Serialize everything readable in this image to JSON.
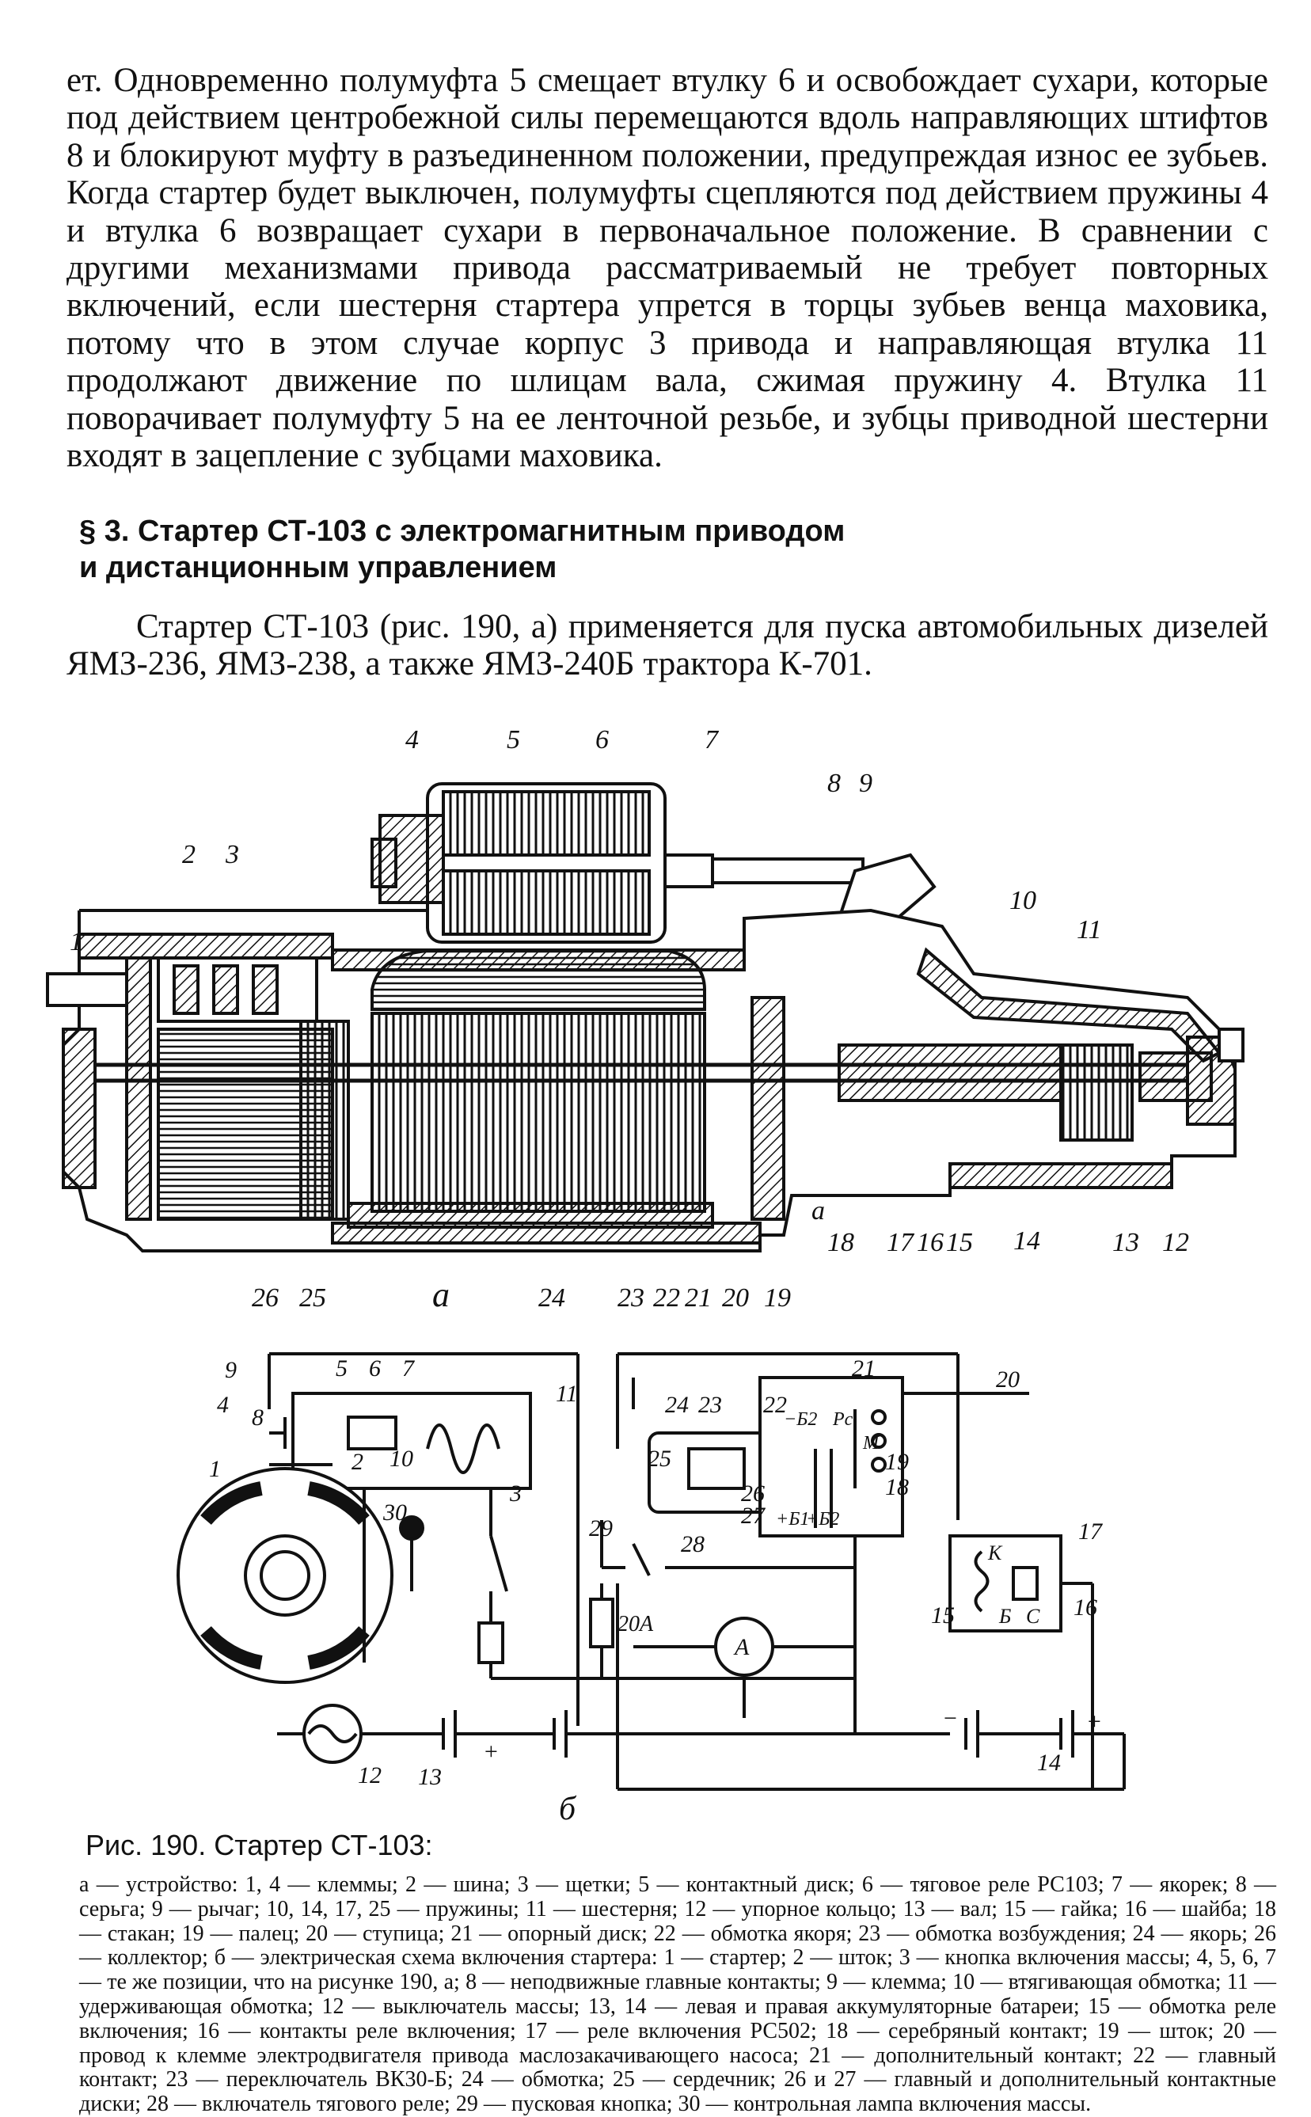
{
  "text": {
    "paragraph_1": "ет. Одновременно полумуфта 5 смещает втулку 6 и освобождает сухари, которые под действием центробежной силы перемещаются вдоль направляющих штифтов 8 и блокируют муфту в разъединенном положении, предупреждая износ ее зубьев. Когда стартер будет выключен, полумуфты сцепляются под действием пружины 4 и втулка 6 возвращает сухари в первоначальное положение. В сравнении с другими механизмами привода рассматриваемый не требует повторных включений, если шестерня стартера упрется в торцы зубьев венца маховика, потому что в этом случае корпус 3 привода и направляющая втулка 11 продолжают движение по шлицам вала, сжимая пружину 4. Втулка 11 поворачивает полумуфту 5 на ее ленточной резьбе, и зубцы приводной шестерни входят в зацепление с зубцами маховика.",
    "section_heading_line1": "§ 3. Стартер СТ-103 с электромагнитным приводом",
    "section_heading_line2": "и дистанционным управлением",
    "paragraph_2": "Стартер СТ-103 (рис. 190, а) применяется для пуска автомобильных дизелей ЯМЗ-236, ЯМЗ-238, а также ЯМЗ-240Б трактора К-701."
  },
  "figure": {
    "label_a": "а",
    "label_b": "б",
    "labels_a": [
      "1",
      "2",
      "3",
      "4",
      "5",
      "6",
      "7",
      "8",
      "9",
      "10",
      "11",
      "12",
      "13",
      "14",
      "15",
      "16",
      "17",
      "18",
      "19",
      "20",
      "21",
      "22",
      "23",
      "24",
      "25",
      "26",
      "а"
    ],
    "labels_b": [
      "1",
      "2",
      "3",
      "4",
      "5",
      "6",
      "7",
      "8",
      "9",
      "10",
      "11",
      "12",
      "13",
      "14",
      "15",
      "16",
      "17",
      "18",
      "19",
      "20",
      "21",
      "22",
      "23",
      "24",
      "25",
      "26",
      "27",
      "28",
      "29",
      "30"
    ],
    "terminals": {
      "minus_b2": "−Б2",
      "rc": "Рс",
      "m": "М",
      "plus_b1": "+Б1",
      "plus_b2": "+Б2",
      "k": "К",
      "b": "Б",
      "c": "С",
      "fuse": "20А",
      "ammeter": "А",
      "plus": "+",
      "minus": "−"
    },
    "caption_title": "Рис. 190. Стартер СТ-103:",
    "caption_body": "а — устройство: 1, 4 — клеммы; 2 — шина; 3 — щетки; 5 — контактный диск; 6 — тяговое реле РС103; 7 — якорек; 8 — серьга; 9 — рычаг; 10, 14, 17, 25 — пружины; 11 — шестерня; 12 — упорное кольцо; 13 — вал; 15 — гайка; 16 — шайба; 18 — стакан; 19 — палец; 20 — ступица; 21 — опорный диск; 22 — обмотка якоря; 23 — обмотка возбуждения; 24 — якорь; 26 — коллектор; б — электрическая схема включения стартера: 1 — стартер; 2 — шток; 3 — кнопка включения массы; 4, 5, 6, 7 — те же позиции, что на рисунке 190, а; 8 — неподвижные главные контакты; 9 — клемма; 10 — втягивающая обмотка; 11 — удерживающая обмотка; 12 — выключатель массы; 13, 14 — левая и правая аккумуляторные батареи; 15 — обмотка реле включения; 16 — контакты реле включения; 17 — реле включения РС502; 18 — серебряный контакт; 19 — шток; 20 — провод к клемме электродвигателя привода маслозакачивающего насоса; 21 — дополнительный контакт; 22 — главный контакт; 23 — переключатель ВК30-Б; 24 — обмотка; 25 — сердечник; 26 и 27 — главный и дополнительный контактные диски; 28 — включатель тягового реле; 29 — пусковая кнопка; 30 — контрольная лампа включения массы."
  }
}
